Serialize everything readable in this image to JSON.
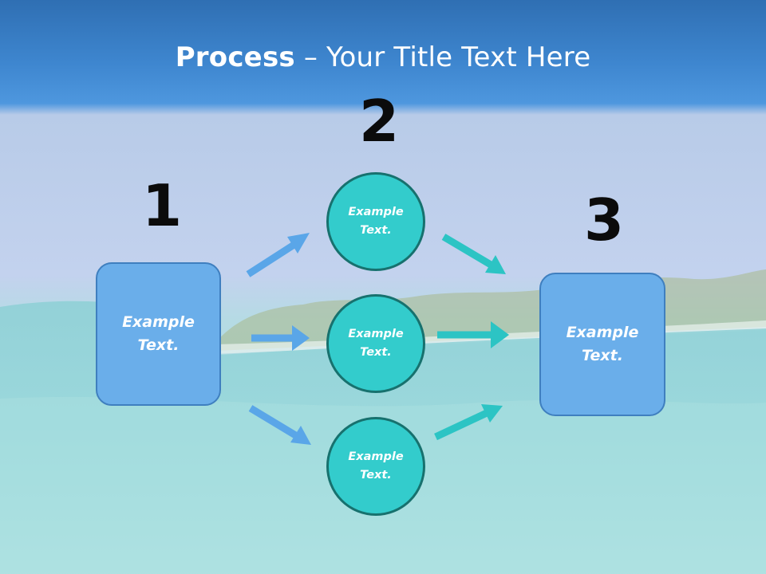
{
  "title": {
    "bold": "Process",
    "rest": " – Your Title Text Here"
  },
  "steps": {
    "one": "1",
    "two": "2",
    "three": "3"
  },
  "left_box": {
    "line1": "Example",
    "line2": "Text."
  },
  "right_box": {
    "line1": "Example",
    "line2": "Text."
  },
  "circles": [
    {
      "line1": "Example",
      "line2": "Text."
    },
    {
      "line1": "Example",
      "line2": "Text."
    },
    {
      "line1": "Example",
      "line2": "Text."
    }
  ],
  "colors": {
    "box": "#6aaeea",
    "circle": "#33cccc",
    "arrow_blue": "#5aa6e8",
    "arrow_teal": "#2cc4c4"
  }
}
